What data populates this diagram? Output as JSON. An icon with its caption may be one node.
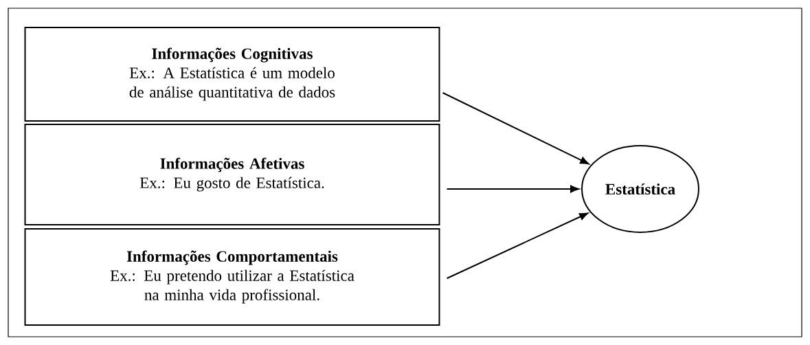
{
  "diagram": {
    "nodes": [
      {
        "text": [
          "Informações Cognitivas",
          "Ex.: A Estatística é um modelo de análise quantitativa de dados"
        ]
      },
      {
        "text": [
          "Informações Afetivas",
          "Ex.: Eu gosto de Estatística."
        ]
      },
      {
        "text": [
          "Informações Comportamentais",
          "Ex.: Eu pretendo utilizar a Estatística na minha vida profissional."
        ]
      },
      {
        "text": [
          "Estatística"
        ]
      }
    ],
    "edges": [
      {
        "from": 0,
        "to": 3,
        "arrow": "to"
      },
      {
        "from": 1,
        "to": 3,
        "arrow": "to"
      },
      {
        "from": 2,
        "to": 3,
        "arrow": "to"
      }
    ]
  }
}
